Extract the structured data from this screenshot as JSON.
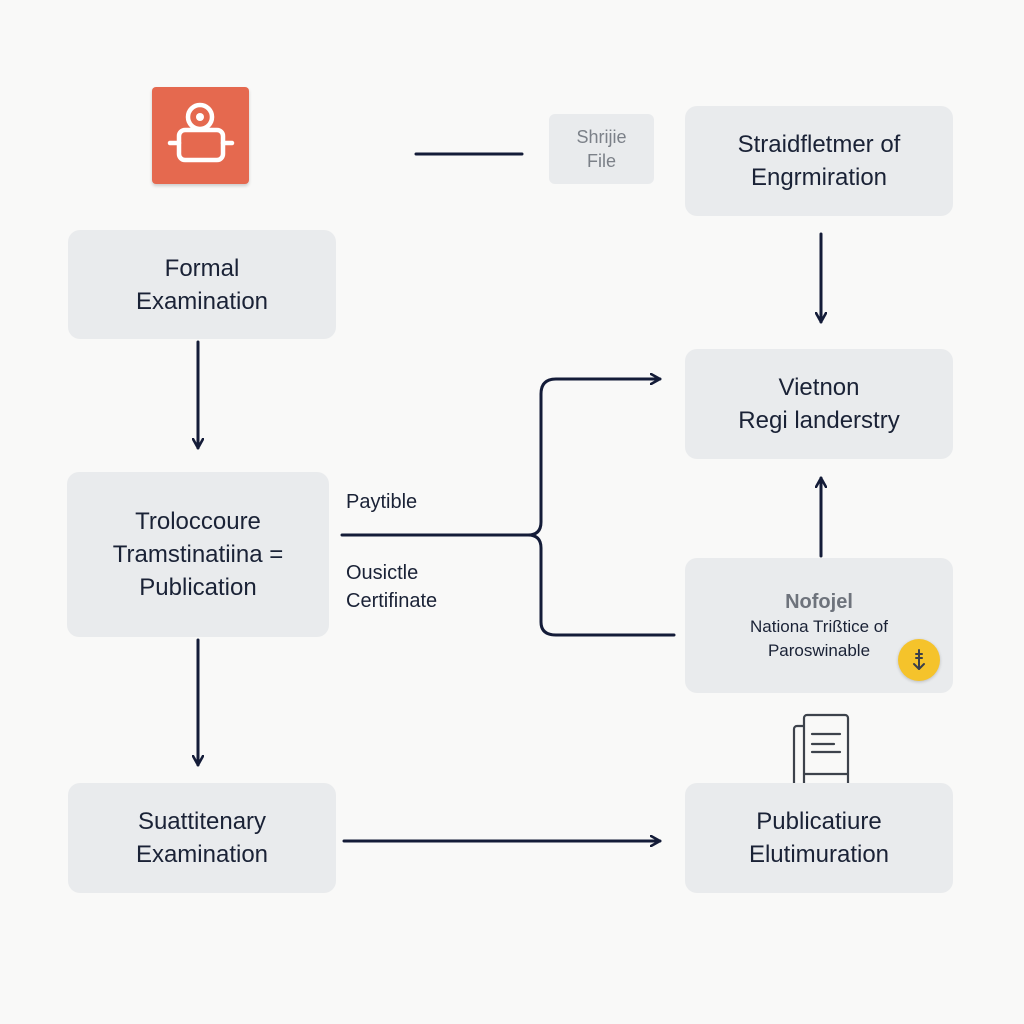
{
  "nodes": {
    "formal": [
      "Formal",
      "Examination"
    ],
    "trolo": [
      "Troloccoure",
      "Tramstinatiina =",
      "Publication"
    ],
    "suatt": [
      "Suattitenary",
      "Examination"
    ],
    "strai": [
      "Straidfletmer of",
      "Engrmiration"
    ],
    "viet": [
      "Vietnon",
      "Regi landerstry"
    ],
    "nofo": {
      "title": "Nofojel",
      "lines": [
        "Nationa Trißtice of",
        "Paroswinable"
      ]
    },
    "publ": [
      "Publicatiure",
      "Elutimuration"
    ],
    "shrij": [
      "Shrijie",
      "File"
    ]
  },
  "labels": {
    "paytible": "Paytible",
    "ousicl": [
      "Ousictle",
      "Certifinate"
    ]
  },
  "icons": {
    "person": "person-at-desk-icon",
    "badge": "download-badge-icon",
    "document": "document-stack-icon"
  },
  "colors": {
    "background": "#f9f9f8",
    "node_fill": "#e9ebed",
    "line": "#141c38",
    "icon_orange": "#e5694f",
    "badge_yellow": "#f5c32b"
  }
}
